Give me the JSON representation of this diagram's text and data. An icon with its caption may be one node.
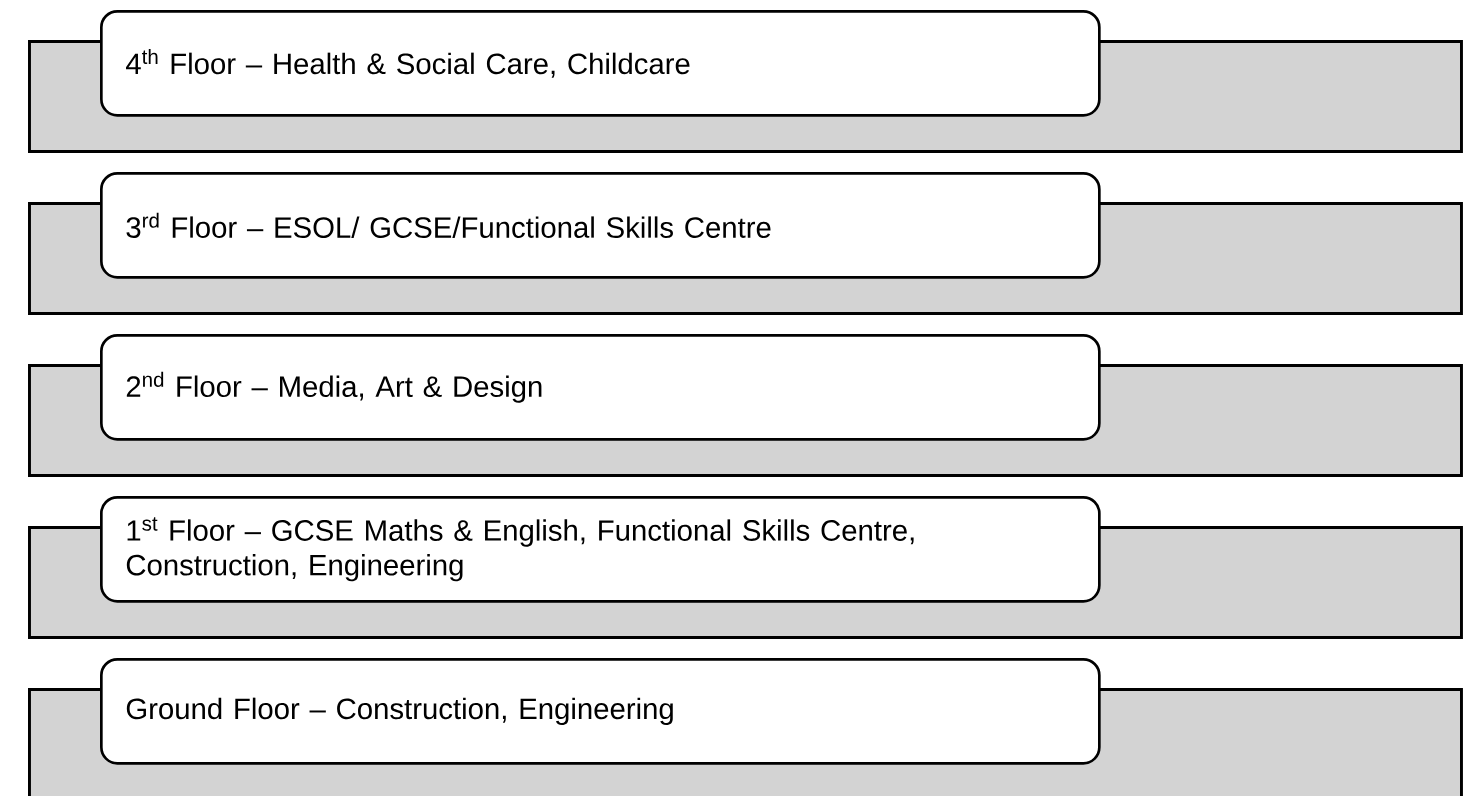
{
  "diagram": {
    "nodes": [
      {
        "text": [],
        "shape": "box"
      },
      {
        "text": [
          "4$^{th}$ Floor – Health & Social Care, Childcare"
        ]
      },
      {
        "text": [],
        "shape": "box"
      },
      {
        "text": [
          "3$^{rd}$ Floor – ESOL/ GCSE/Functional Skills Centre"
        ]
      },
      {
        "text": [],
        "shape": "box"
      },
      {
        "text": [
          "2$^{nd}$ Floor – Media, Art & Design"
        ]
      },
      {
        "text": [],
        "shape": "box"
      },
      {
        "text": [
          "1$^{st}$ Floor – GCSE Maths & English, Functional Skills Centre, Construction, Engineering"
        ]
      },
      {
        "text": [],
        "shape": "box"
      },
      {
        "text": [
          "Ground Floor – Construction, Engineering"
        ]
      }
    ]
  }
}
